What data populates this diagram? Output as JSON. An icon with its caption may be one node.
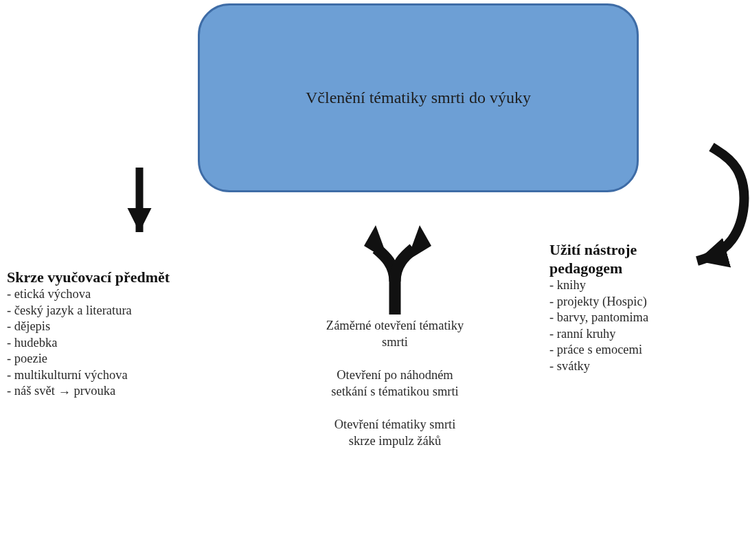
{
  "diagram": {
    "nodes": [
      {
        "text": [
          "Včlenění tématiky smrti do výuky"
        ]
      },
      {
        "text": [
          "Skrze vyučovací předmět",
          "- etická výchova",
          "- český jazyk a literatura",
          "- dějepis",
          "- hudebka",
          "- poezie",
          "- multikulturní výchova",
          "- náš svět → prvouka"
        ]
      },
      {
        "text": [
          "Záměrné otevření tématiky smrti",
          "Otevření po náhodném setkání s tématikou smrti",
          "Otevření tématiky smrti skrze impulz žáků"
        ]
      },
      {
        "text": [
          "Užití nástroje pedagogem",
          "- knihy",
          "- projekty (Hospic)",
          "- barvy, pantomima",
          "- ranní kruhy",
          "- práce s emocemi",
          "- svátky"
        ]
      }
    ],
    "edges": [
      {
        "from": null,
        "to": 1,
        "arrow": "to"
      },
      {
        "from": null,
        "to": 3,
        "arrow": "to"
      }
    ]
  }
}
